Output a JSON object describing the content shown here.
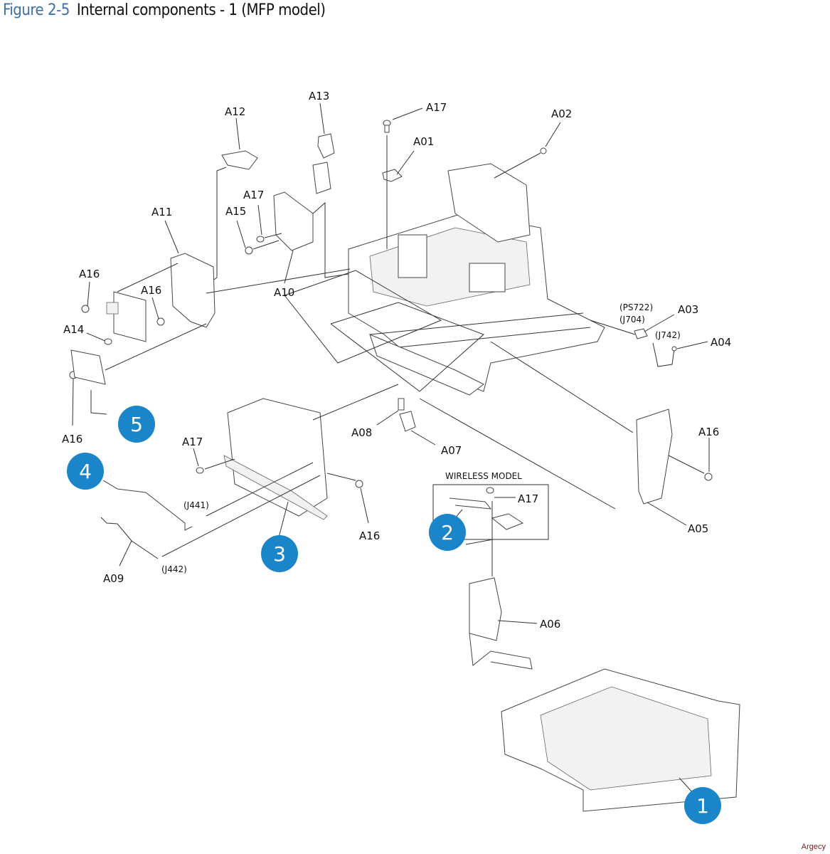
{
  "figure": {
    "number": "Figure 2-5",
    "title": "Internal components - 1 (MFP model)",
    "colors": {
      "figure_number": "#3e6fa8",
      "callout": "#1a85c8"
    }
  },
  "labels": {
    "A01": "A01",
    "A02": "A02",
    "A03": "A03",
    "A04": "A04",
    "A05": "A05",
    "A06": "A06",
    "A07": "A07",
    "A08": "A08",
    "A09": "A09",
    "A10": "A10",
    "A11": "A11",
    "A12": "A12",
    "A13": "A13",
    "A14": "A14",
    "A15": "A15",
    "A16": "A16",
    "A17": "A17"
  },
  "connectors": {
    "ps722": "(PS722)",
    "j704": "(J704)",
    "j742": "(J742)",
    "j441": "(J441)",
    "j442": "(J442)"
  },
  "inset": {
    "title": "WIRELESS MODEL"
  },
  "callouts": [
    "1",
    "2",
    "3",
    "4",
    "5"
  ],
  "watermark": "Argecy"
}
